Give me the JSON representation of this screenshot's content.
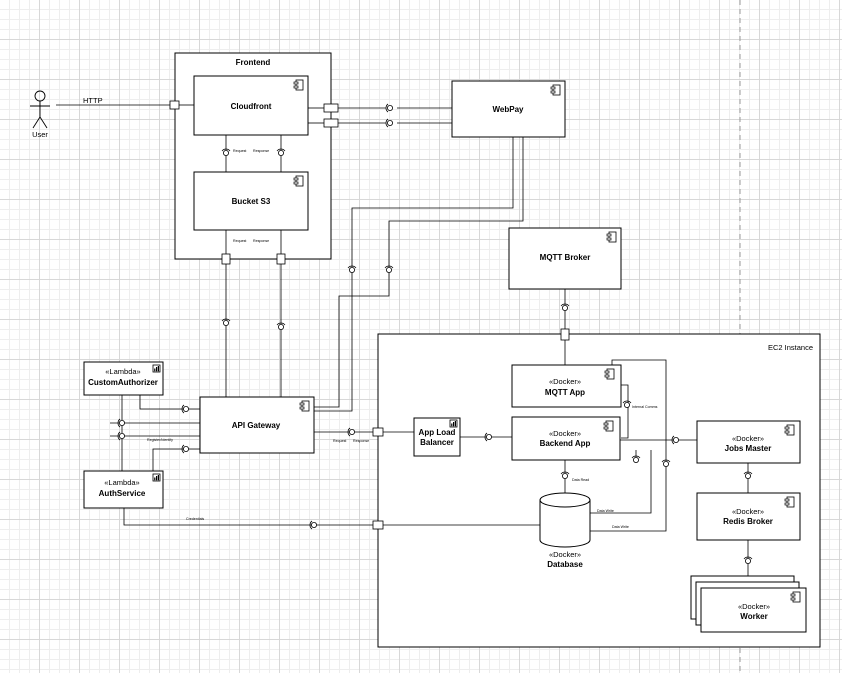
{
  "actor": {
    "label": "User"
  },
  "edges": {
    "http": "HTTP",
    "request": "Request",
    "response": "Response",
    "internal_comms": "Internal Comms",
    "data_read": "Data Read",
    "data_write": "Data Write",
    "register_identify": "Register/Identify",
    "credentials": "Credentials"
  },
  "frontend": {
    "title": "Frontend",
    "cloudfront": "Cloudfront",
    "bucket": "Bucket S3"
  },
  "webpay": "WebPay",
  "mqtt_broker": "MQTT Broker",
  "ec2": {
    "title": "EC2 Instance",
    "docker_stereotype": "«Docker»",
    "mqtt_app": "MQTT App",
    "backend_app": "Backend App",
    "jobs_master": "Jobs Master",
    "redis_broker": "Redis Broker",
    "worker": "Worker",
    "database": "Database",
    "load_balancer_line1": "App Load",
    "load_balancer_line2": "Balancer"
  },
  "lambda": {
    "stereotype": "«Lambda»",
    "custom_authorizer": "CustomAuthorizer",
    "auth_service": "AuthService"
  },
  "api_gateway": "API Gateway"
}
